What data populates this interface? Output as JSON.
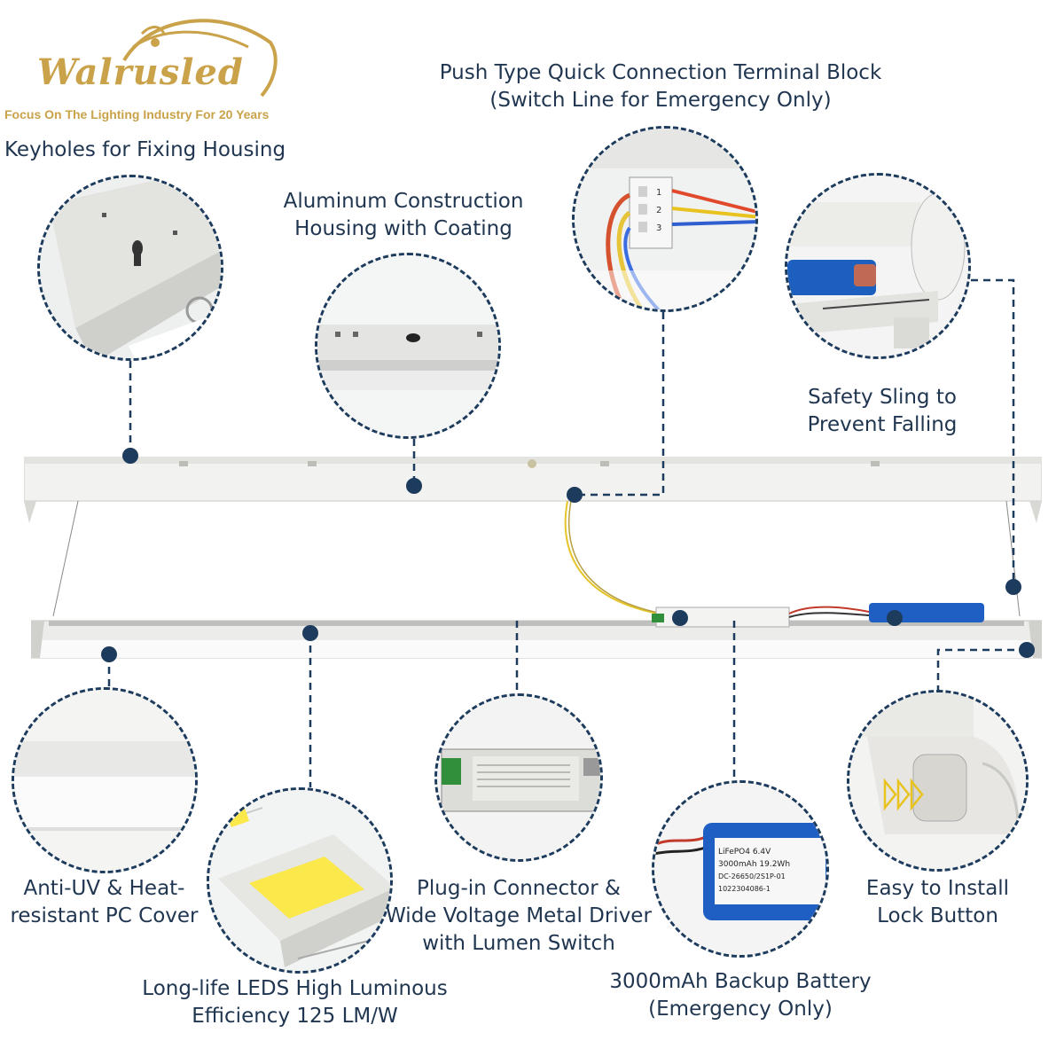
{
  "brand": {
    "name": "Walrusled",
    "tagline": "Focus On The Lighting Industry For 20 Years",
    "color": "#c9a24a"
  },
  "accent_color": "#1d3b5c",
  "features": {
    "keyholes": "Keyholes for Fixing Housing",
    "aluminum_line1": "Aluminum Construction",
    "aluminum_line2": "Housing with Coating",
    "terminal_line1": "Push Type Quick Connection Terminal Block",
    "terminal_line2": "(Switch Line for Emergency Only)",
    "sling_line1": "Safety Sling to",
    "sling_line2": "Prevent Falling",
    "pc_cover_line1": "Anti-UV & Heat-",
    "pc_cover_line2": "resistant PC Cover",
    "leds_line1": "Long-life LEDS High Luminous",
    "leds_line2": "Efficiency 125 LM/W",
    "driver_line1": "Plug-in Connector &",
    "driver_line2": "Wide Voltage Metal Driver",
    "driver_line3": "with Lumen Switch",
    "battery_line1": "3000mAh Backup Battery",
    "battery_line2": "(Emergency Only)",
    "lock_line1": "Easy to Install",
    "lock_line2": "Lock Button"
  },
  "battery_label": {
    "line1": "LiFePO4  6.4V",
    "line2": "3000mAh  19.2Wh",
    "line3": "DC-26650/2S1P-01",
    "line4": "1022304086-1"
  },
  "terminal_numbers": [
    "1",
    "2",
    "3"
  ]
}
